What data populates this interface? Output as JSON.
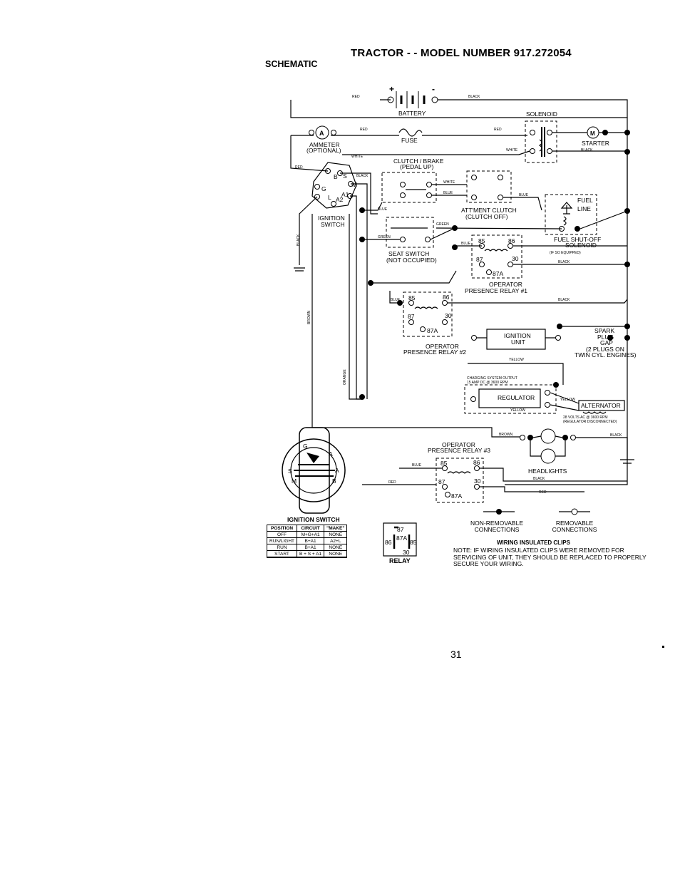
{
  "header": {
    "title": "TRACTOR - - MODEL NUMBER 917.272054",
    "subtitle": "SCHEMATIC"
  },
  "labels": {
    "battery": "BATTERY",
    "solenoid": "SOLENOID",
    "fuse": "FUSE",
    "starter": "STARTER",
    "ammeter": "AMMETER",
    "ammeter_opt": "(OPTIONAL)",
    "clutch_brake": "CLUTCH / BRAKE",
    "pedal_up": "(PEDAL UP)",
    "ignition_switch": "IGNITION",
    "ignition_switch2": "SWITCH",
    "attment_clutch": "ATT'MENT CLUTCH",
    "clutch_off": "(CLUTCH OFF)",
    "fuel": "FUEL",
    "line": "LINE",
    "fuel_shutoff": "FUEL SHUT-OFF",
    "fuel_solenoid": "SOLENOID",
    "if_equipped": "(IF SO EQUIPPED)",
    "seat_switch": "SEAT SWITCH",
    "not_occupied": "(NOT OCCUPIED)",
    "operator": "OPERATOR",
    "presence_relay_1": "PRESENCE RELAY #1",
    "presence_relay_2": "PRESENCE RELAY #2",
    "presence_relay_3": "PRESENCE RELAY #3",
    "ignition_unit_1": "IGNITION",
    "ignition_unit_2": "UNIT",
    "spark": "SPARK",
    "plug": "PLUG",
    "gap": "GAP",
    "plugs_on": "(2 PLUGS ON",
    "twin_cyl": "TWIN CYL. ENGINES)",
    "regulator": "REGULATOR",
    "alternator": "ALTERNATOR",
    "charging_1": "CHARGING SYSTEM OUTPUT",
    "charging_2": "15 AMP DC @ 3600 RPM",
    "volts_1": "28 VOLTS AC @ 3600 RPM",
    "volts_2": "(REGULATOR DISCONNECTED)",
    "headlights": "HEADLIGHTS",
    "relay": "RELAY"
  },
  "wire_colors": {
    "red": "RED",
    "black": "BLACK",
    "white": "WHITE",
    "blue": "BLUE",
    "green": "GREEN",
    "brown": "BROWN",
    "orange": "ORANGE",
    "yellow": "YELLOW"
  },
  "switch_pins": {
    "b": "B",
    "s": "S",
    "m": "M",
    "g": "G",
    "l": "L",
    "a1": "A1",
    "a2": "A2"
  },
  "relay_pins": {
    "p85": "85",
    "p86": "86",
    "p87": "87",
    "p30": "30",
    "p87a": "87A"
  },
  "ignition_table": {
    "title": "IGNITION SWITCH",
    "headers": [
      "POSITION",
      "CIRCUIT",
      "\"MAKE\""
    ],
    "rows": [
      [
        "OFF",
        "M+G+A1",
        "NONE"
      ],
      [
        "RUN/LIGHT",
        "B+A1",
        "A2+L"
      ],
      [
        "RUN",
        "B+A1",
        "NONE"
      ],
      [
        "START",
        "B + S + A1",
        "NONE"
      ]
    ]
  },
  "legend": {
    "non_removable": "NON-REMOVABLE CONNECTIONS",
    "removable": "REMOVABLE CONNECTIONS"
  },
  "notes": {
    "heading": "WIRING INSULATED CLIPS",
    "text": "NOTE: IF WIRING INSULATED CLIPS WERE REMOVED FOR SERVICING OF UNIT, THEY SHOULD BE REPLACED TO PROPERLY SECURE YOUR WIRING."
  },
  "footer": {
    "page_number": "31"
  }
}
